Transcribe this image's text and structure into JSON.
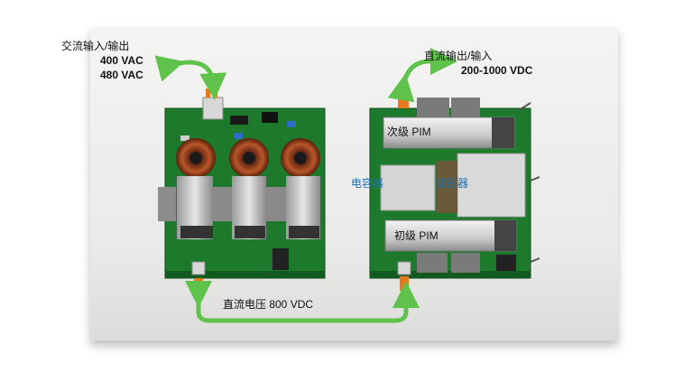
{
  "labels": {
    "ac_io": "交流输入/输出",
    "ac_v1": "400 VAC",
    "ac_v2": "480 VAC",
    "dc_io": "直流输出/输入",
    "dc_range": "200-1000 VDC",
    "secondary_pim": "次级 PIM",
    "primary_pim": "初级 PIM",
    "capacitor": "电容器",
    "transformer": "变压器",
    "dc_bus": "直流电压 800 VDC"
  },
  "colors": {
    "pcb": "#1d7a2c",
    "arrow": "#5fc24a",
    "connector": "#e87a1e",
    "background": "#f0f0ef"
  }
}
